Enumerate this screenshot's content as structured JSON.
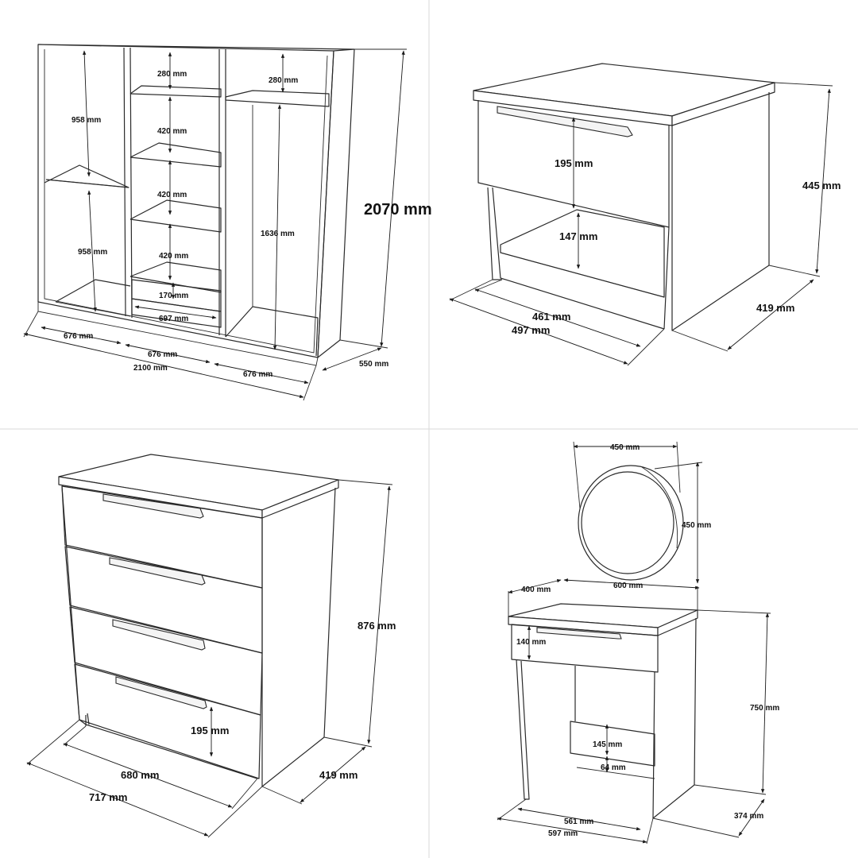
{
  "wardrobe": {
    "total_height": "2070 mm",
    "total_width": "2100 mm",
    "depth": "550 mm",
    "left_upper": "958 mm",
    "left_lower": "958 mm",
    "center_shelf_1": "280 mm",
    "center_shelf_2": "420 mm",
    "center_shelf_3": "420 mm",
    "center_shelf_4": "420 mm",
    "drawer_height": "170 mm",
    "drawer_width": "697 mm",
    "right_top": "280 mm",
    "right_hanging": "1636 mm",
    "module_width_1": "676 mm",
    "module_width_2": "676 mm",
    "module_width_3": "676 mm"
  },
  "nightstand": {
    "height": "445 mm",
    "drawer_height": "195 mm",
    "open_shelf": "147 mm",
    "inner_width": "461 mm",
    "outer_width": "497 mm",
    "depth": "419 mm"
  },
  "dresser": {
    "height": "876 mm",
    "drawer_height": "195 mm",
    "inner_width": "680 mm",
    "outer_width": "717 mm",
    "depth": "419 mm"
  },
  "vanity": {
    "mirror_width": "450 mm",
    "mirror_height": "450 mm",
    "top_depth": "400 mm",
    "top_width": "600 mm",
    "drawer_height": "140 mm",
    "height": "750 mm",
    "shelf_height": "145 mm",
    "shelf_gap": "64 mm",
    "inner_width": "561 mm",
    "outer_width": "597 mm",
    "depth": "374 mm"
  }
}
